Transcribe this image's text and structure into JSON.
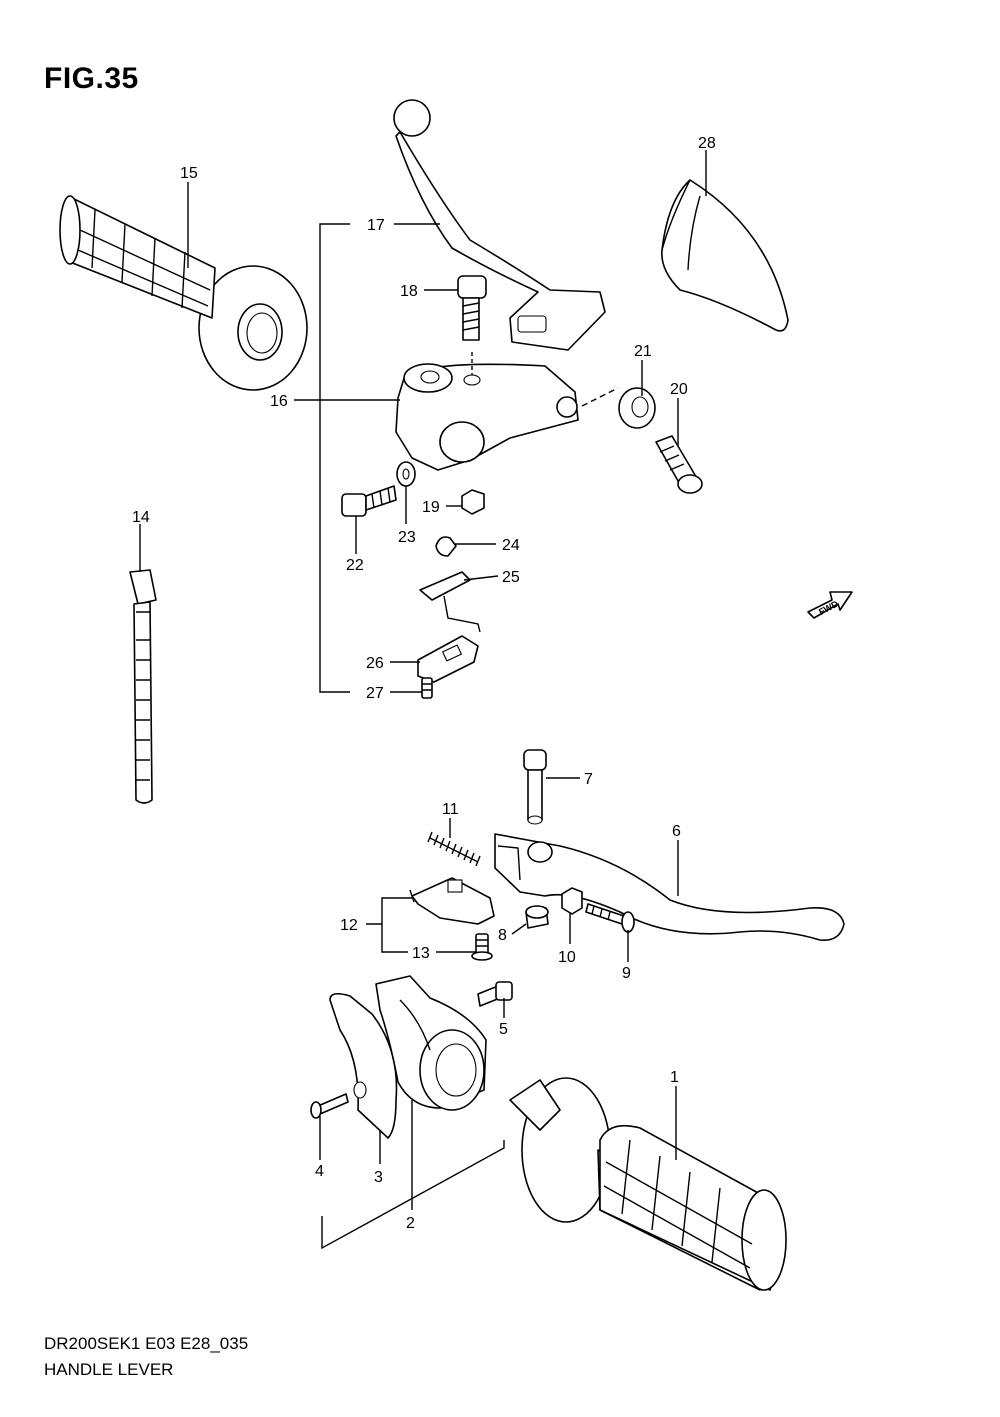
{
  "figure": {
    "title": "FIG.35",
    "code": "DR200SEK1 E03 E28_035",
    "name": "HANDLE LEVER",
    "fwd_label": "FWD"
  },
  "callouts": [
    "1",
    "2",
    "3",
    "4",
    "5",
    "6",
    "7",
    "8",
    "9",
    "10",
    "11",
    "12",
    "13",
    "14",
    "15",
    "16",
    "17",
    "18",
    "19",
    "20",
    "21",
    "22",
    "23",
    "24",
    "25",
    "26",
    "27",
    "28"
  ]
}
